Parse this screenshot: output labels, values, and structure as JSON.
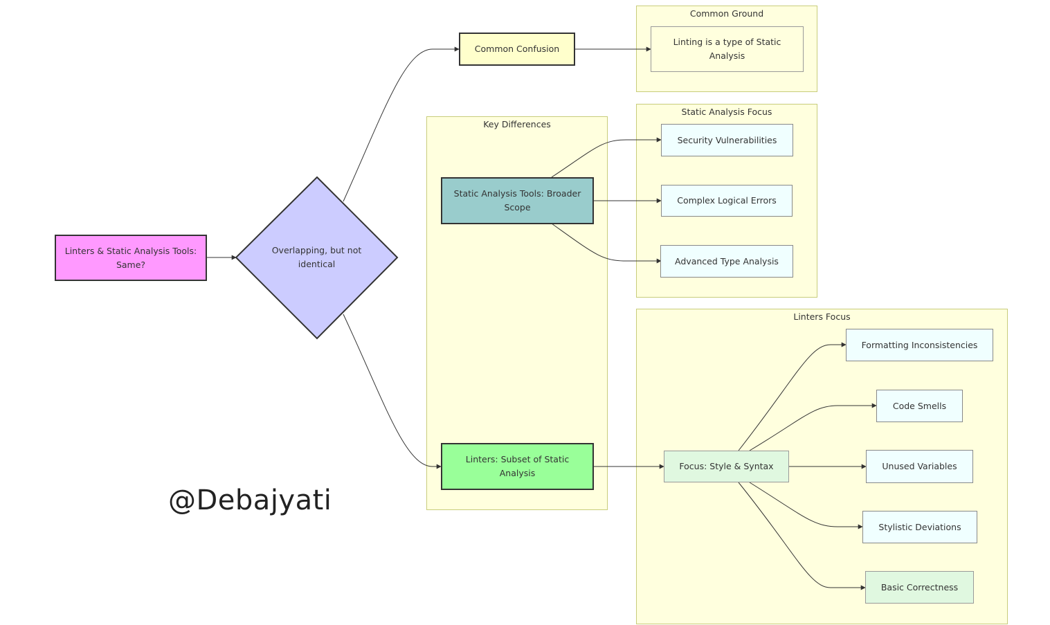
{
  "clusters": {
    "common_ground": "Common Ground",
    "key_differences": "Key Differences",
    "static_focus": "Static Analysis Focus",
    "linters_focus": "Linters Focus"
  },
  "nodes": {
    "start": "Linters & Static Analysis Tools: Same?",
    "decision": "Overlapping, but not identical",
    "confusion": "Common Confusion",
    "linting_type": "Linting is a type of Static Analysis",
    "static_tools": "Static Analysis Tools: Broader Scope",
    "linters_subset": "Linters: Subset of Static Analysis",
    "security": "Security Vulnerabilities",
    "logical": "Complex Logical Errors",
    "type_analysis": "Advanced Type Analysis",
    "focus": "Focus: Style & Syntax",
    "formatting": "Formatting Inconsistencies",
    "smells": "Code Smells",
    "unused": "Unused Variables",
    "stylistic": "Stylistic Deviations",
    "correctness": "Basic Correctness"
  },
  "watermark": "@Debajyati",
  "colors": {
    "start": "#ff99ff",
    "decision": "#ccccff",
    "confusion": "#ffffcc",
    "static_tools": "#99cccc",
    "linters_subset": "#99ff99",
    "cluster_bg": "#ffffde",
    "leaf_cyan": "#f0ffff",
    "leaf_mint": "#e0f8e0"
  }
}
